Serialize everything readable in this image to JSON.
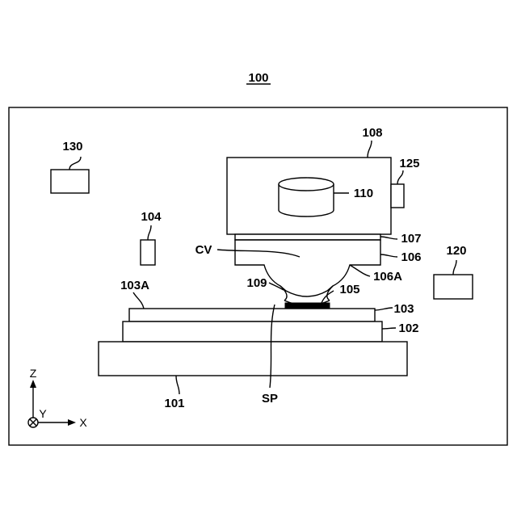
{
  "figure": {
    "title": "100",
    "stroke_color": "#000000",
    "background": "#ffffff",
    "labels": {
      "l101": "101",
      "l102": "102",
      "l103": "103",
      "l103a": "103A",
      "l104": "104",
      "l105": "105",
      "l106": "106",
      "l106a": "106A",
      "l107": "107",
      "l108": "108",
      "l109": "109",
      "l110": "110",
      "l120": "120",
      "l125": "125",
      "l130": "130",
      "cv": "CV",
      "sp": "SP"
    },
    "axes": {
      "z": "Z",
      "y": "Y",
      "x": "X"
    }
  }
}
